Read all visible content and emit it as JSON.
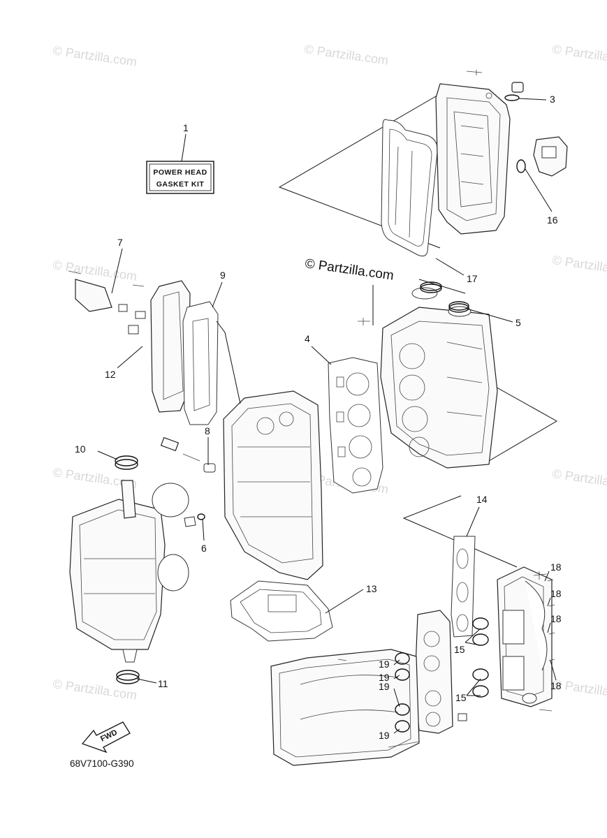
{
  "watermark": {
    "text": "© Partzilla.com"
  },
  "center_watermark": {
    "text": "© Partzilla.com"
  },
  "label_box": {
    "line1": "POWER HEAD",
    "line2": "GASKET KIT"
  },
  "diagram_code": "68V7100-G390",
  "fwd_label": "FWD",
  "callouts": {
    "c1": "1",
    "c3": "3",
    "c4": "4",
    "c5": "5",
    "c6": "6",
    "c7": "7",
    "c8": "8",
    "c9": "9",
    "c10": "10",
    "c11": "11",
    "c12": "12",
    "c13": "13",
    "c14": "14",
    "c15a": "15",
    "c15b": "15",
    "c16": "16",
    "c17": "17",
    "c18a": "18",
    "c18b": "18",
    "c18c": "18",
    "c18d": "18",
    "c19a": "19",
    "c19b": "19",
    "c19c": "19",
    "c19d": "19"
  }
}
